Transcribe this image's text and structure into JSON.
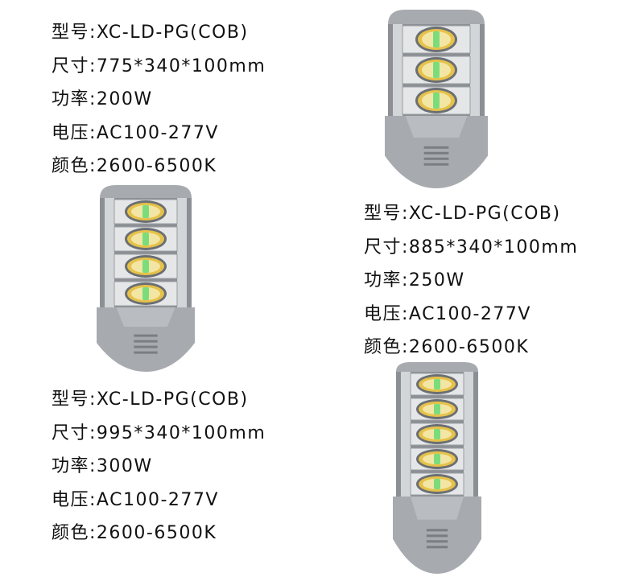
{
  "products": [
    {
      "model_label": "型号:",
      "model_value": "XC-LD-PG(COB)",
      "size_label": "尺寸:",
      "size_value": "775*340*100mm",
      "power_label": "功率:",
      "power_value": "200W",
      "voltage_label": "电压:",
      "voltage_value": "AC100-277V",
      "color_label": "颜色:",
      "color_value": "2600-6500K",
      "led_modules": 3
    },
    {
      "model_label": "型号:",
      "model_value": "XC-LD-PG(COB)",
      "size_label": "尺寸:",
      "size_value": "885*340*100mm",
      "power_label": "功率:",
      "power_value": "250W",
      "voltage_label": "电压:",
      "voltage_value": "AC100-277V",
      "color_label": "颜色:",
      "color_value": "2600-6500K",
      "led_modules": 4
    },
    {
      "model_label": "型号:",
      "model_value": "XC-LD-PG(COB)",
      "size_label": "尺寸:",
      "size_value": "995*340*100mm",
      "power_label": "功率:",
      "power_value": "300W",
      "voltage_label": "电压:",
      "voltage_value": "AC100-277V",
      "color_label": "颜色:",
      "color_value": "2600-6500K",
      "led_modules": 5
    }
  ],
  "colors": {
    "housing": "#a7abaf",
    "housing_dark": "#8c9094",
    "panel": "#e4e6e8",
    "led_yellow": "#e6c24a",
    "led_core": "#7bdc7c"
  }
}
